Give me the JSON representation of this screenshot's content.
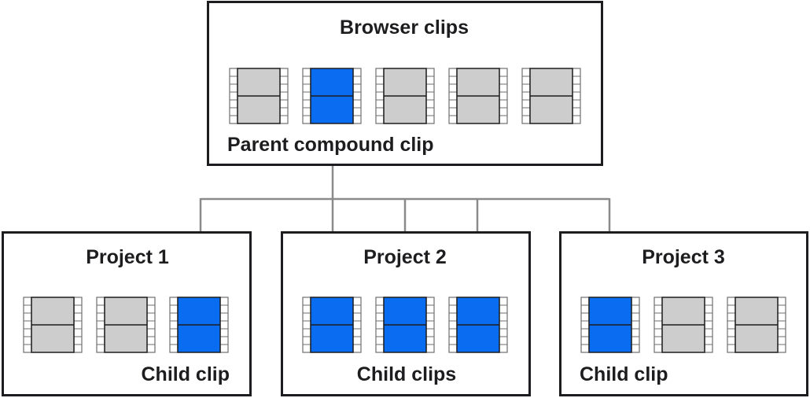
{
  "browser": {
    "title": "Browser clips",
    "caption": "Parent compound clip",
    "clips": [
      "gray",
      "blue",
      "gray",
      "gray",
      "gray"
    ]
  },
  "projects": [
    {
      "title": "Project 1",
      "caption": "Child clip",
      "clips": [
        "gray",
        "gray",
        "blue"
      ]
    },
    {
      "title": "Project 2",
      "caption": "Child clips",
      "clips": [
        "blue",
        "blue",
        "blue"
      ]
    },
    {
      "title": "Project 3",
      "caption": "Child clip",
      "clips": [
        "blue",
        "gray",
        "gray"
      ]
    }
  ],
  "colors": {
    "blue_fill": "#0a6cf0",
    "gray_fill": "#cdcdcd",
    "border": "#1d1d1f",
    "arrow": "#8a8a8a",
    "film_edge": "#6e6e6e"
  }
}
